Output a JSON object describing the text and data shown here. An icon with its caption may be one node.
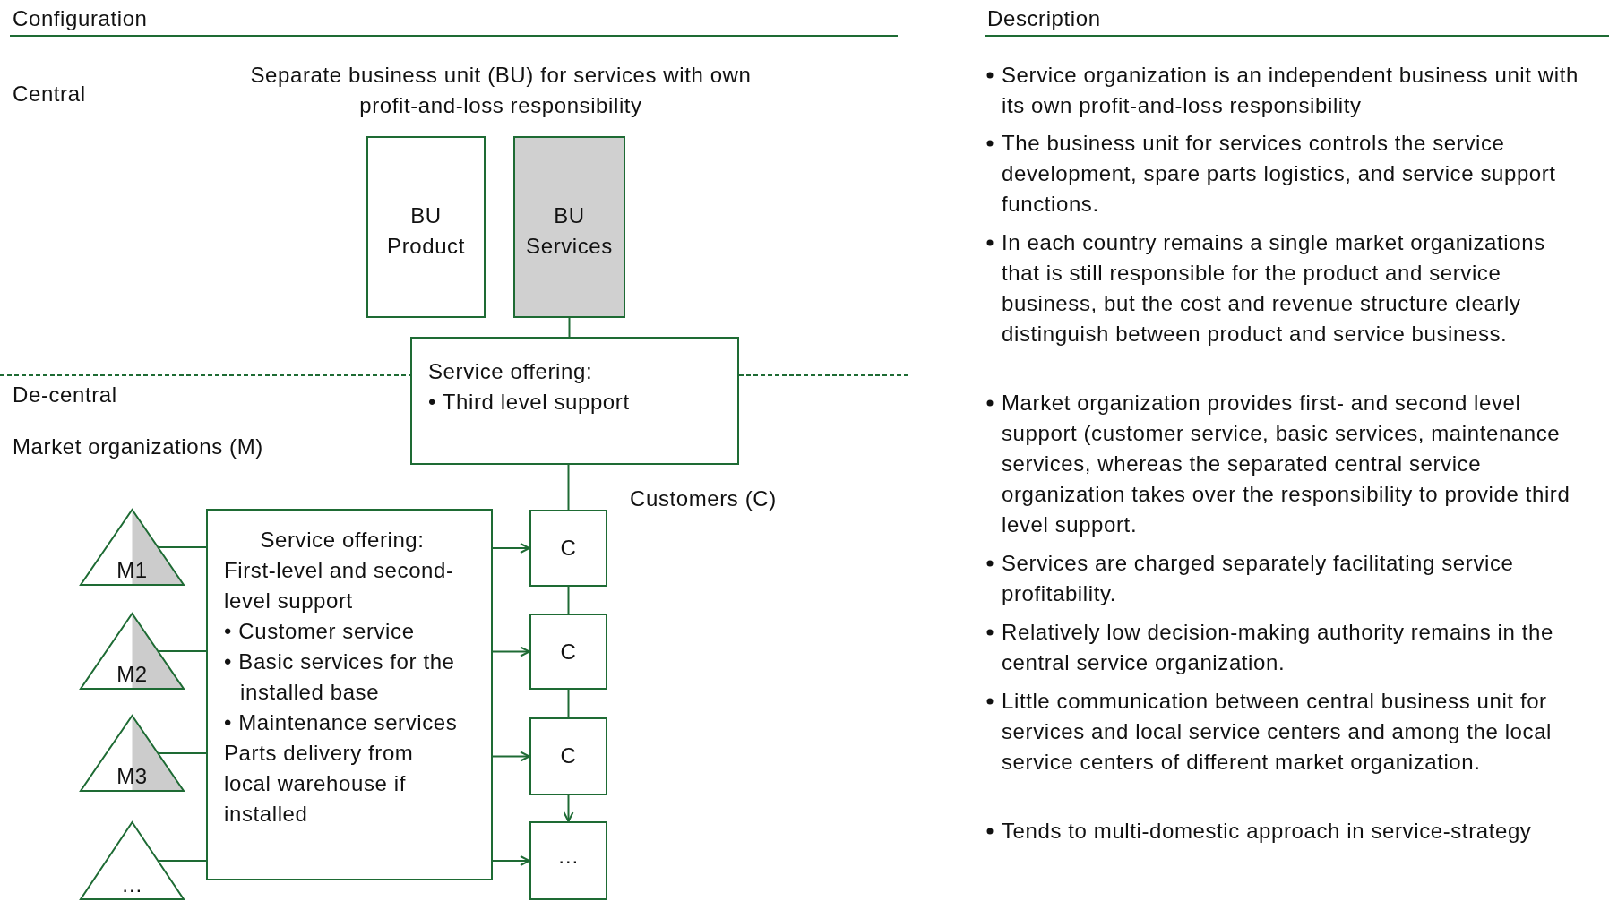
{
  "diagram": {
    "nodes": [
      {
        "text": [
          "BU Product"
        ]
      },
      {
        "text": [
          "BU Services"
        ]
      },
      {
        "text": [
          "Service offering:",
          "• Third level support"
        ]
      },
      {
        "text": [
          "M1"
        ]
      },
      {
        "text": [
          "M2"
        ]
      },
      {
        "text": [
          "M3"
        ]
      },
      {
        "text": [
          "…"
        ]
      },
      {
        "text": [
          "Service offering:",
          "First-level and second- level support",
          "• Customer service",
          "• Basic services for the installed base",
          "• Maintenance services",
          "Parts delivery from local warehouse if installed"
        ]
      },
      {
        "text": [
          "C"
        ]
      },
      {
        "text": [
          "C"
        ]
      },
      {
        "text": [
          "C"
        ]
      },
      {
        "text": [
          "…"
        ]
      }
    ],
    "edges": [
      {
        "from": 1,
        "to": 2,
        "arrow": "none"
      },
      {
        "from": 2,
        "to": 8,
        "arrow": "none"
      },
      {
        "from": 3,
        "to": 7,
        "arrow": "none"
      },
      {
        "from": 4,
        "to": 7,
        "arrow": "none"
      },
      {
        "from": 5,
        "to": 7,
        "arrow": "none"
      },
      {
        "from": 6,
        "to": 7,
        "arrow": "none"
      },
      {
        "from": 7,
        "to": 8,
        "arrow": "to"
      },
      {
        "from": 7,
        "to": 9,
        "arrow": "to"
      },
      {
        "from": 7,
        "to": 10,
        "arrow": "to"
      },
      {
        "from": 7,
        "to": 11,
        "arrow": "to"
      },
      {
        "from": 8,
        "to": 9,
        "arrow": "none"
      },
      {
        "from": 9,
        "to": 10,
        "arrow": "none"
      },
      {
        "from": 10,
        "to": 11,
        "arrow": "to"
      }
    ],
    "labels": [
      "Configuration",
      "Description",
      "Central",
      "Separate business unit (BU) for services with own profit-and-loss responsibility",
      "De-central",
      "Market organizations (M)",
      "Customers (C)",
      "Service organization is an independent business unit with its own profit-and-loss responsibility",
      "The business unit for services controls the service development, spare parts logistics, and service support functions.",
      "In each country remains a single market organizations that is still responsible for the product and service business, but the cost and revenue structure clearly distinguish between product and service business.",
      "Market organization provides first- and second level support (customer service, basic services, maintenance services, whereas the separated central service organization takes over the responsibility to provide third level support.",
      "Services are charged separately facilitating service profitability.",
      "Relatively low decision-making authority remains in the central service organization.",
      "Little communication between central business unit for services and local service centers and among the local service centers of different market organization.",
      "Tends to multi-domestic approach in service-strategy"
    ]
  }
}
